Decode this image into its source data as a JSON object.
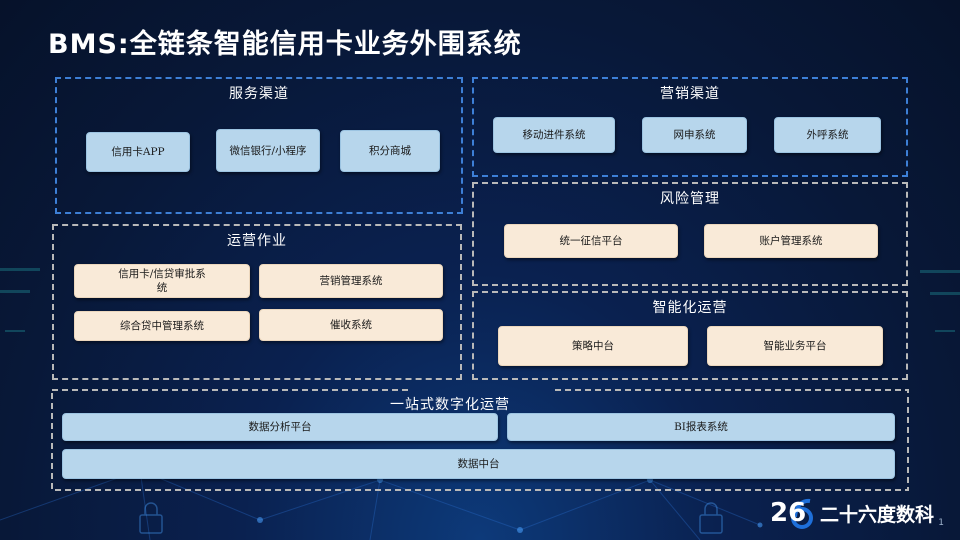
{
  "title": "BMS:全链条智能信用卡业务外围系统",
  "page_number": "1",
  "logo": {
    "number": "26",
    "text": "二十六度数科"
  },
  "panels": {
    "service": {
      "title": "服务渠道",
      "items": [
        "信用卡APP",
        "微信银行/小程序",
        "积分商城"
      ]
    },
    "marketing": {
      "title": "营销渠道",
      "items": [
        "移动进件系统",
        "网申系统",
        "外呼系统"
      ]
    },
    "operation": {
      "title": "运营作业",
      "items": [
        "信用卡/信贷审批系统",
        "营销管理系统",
        "综合贷中管理系统",
        "催收系统"
      ]
    },
    "risk": {
      "title": "风险管理",
      "items": [
        "统一征信平台",
        "账户管理系统"
      ]
    },
    "smart": {
      "title": "智能化运营",
      "items": [
        "策略中台",
        "智能业务平台"
      ]
    },
    "digital": {
      "title": "一站式数字化运营",
      "items": [
        "数据分析平台",
        "BI报表系统",
        "数据中台"
      ]
    }
  },
  "colors": {
    "accent_blue": "#3d7fd6",
    "box_blue": "#b7d6ec",
    "box_cream": "#f9ead8"
  }
}
